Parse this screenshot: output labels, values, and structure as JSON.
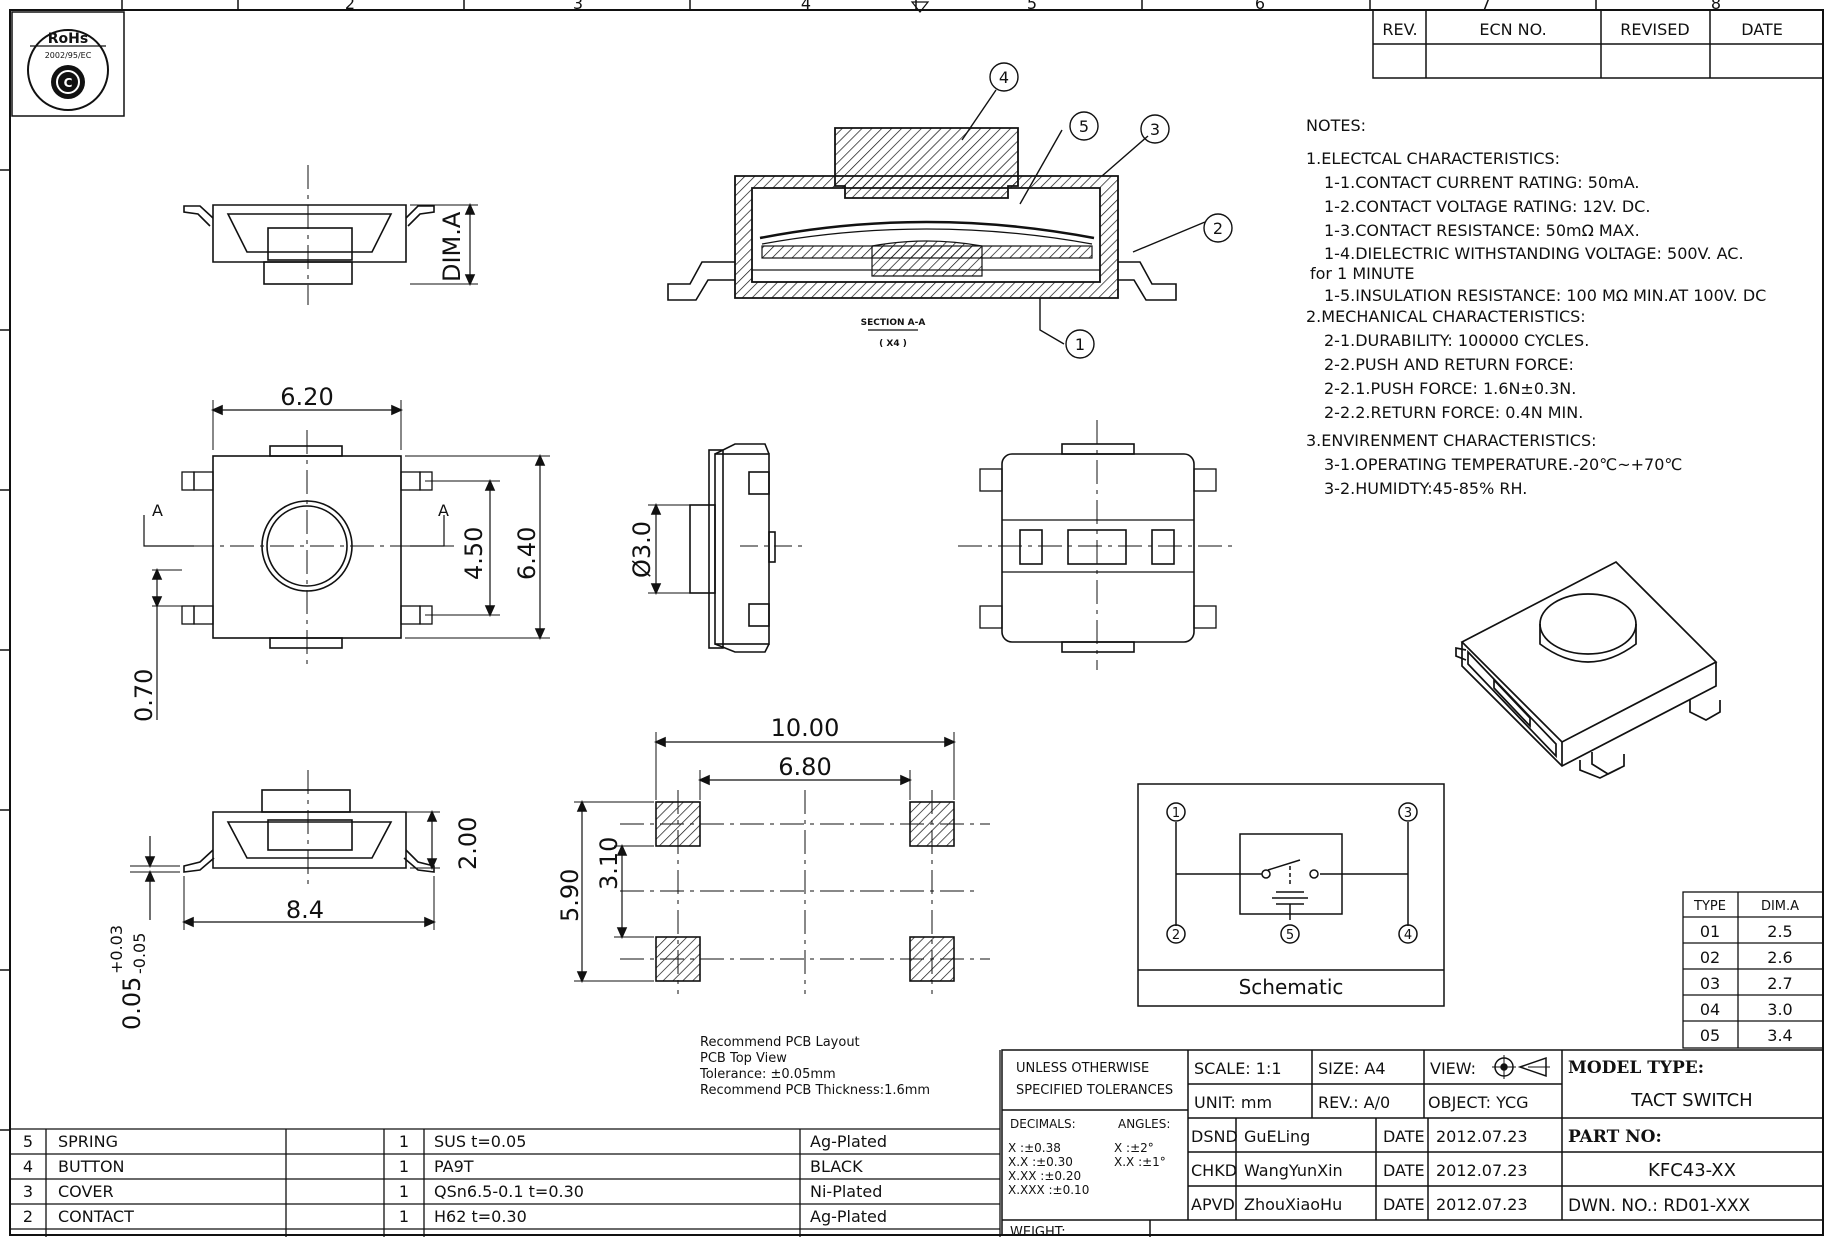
{
  "compliance": {
    "rohs": "RoHs",
    "rohs_sub": "2002/95/EC",
    "rohs_mark": "C"
  },
  "border": {
    "col_numbers": [
      "2",
      "3",
      "4",
      "5",
      "6",
      "7",
      "8"
    ]
  },
  "revision_block": {
    "headers": [
      "REV.",
      "ECN NO.",
      "REVISED",
      "DATE"
    ]
  },
  "notes": {
    "heading": "NOTES:",
    "lines": [
      "1.ELECTCAL CHARACTERISTICS:",
      "1-1.CONTACT CURRENT RATING:  50mA.",
      "1-2.CONTACT VOLTAGE RATING: 12V. DC.",
      "1-3.CONTACT RESISTANCE: 50mΩ MAX.",
      "1-4.DIELECTRIC WITHSTANDING VOLTAGE: 500V. AC.",
      "for 1 MINUTE",
      "1-5.INSULATION RESISTANCE: 100 MΩ MIN.AT 100V. DC",
      "2.MECHANICAL CHARACTERISTICS:",
      "2-1.DURABILITY: 100000 CYCLES.",
      "2-2.PUSH AND RETURN FORCE:",
      "2-2.1.PUSH FORCE:     1.6N±0.3N.",
      "2-2.2.RETURN FORCE: 0.4N MIN.",
      "3.ENVIRENMENT CHARACTERISTICS:",
      "3-1.OPERATING TEMPERATURE.-20℃~+70℃",
      "3-2.HUMIDTY:45-85% RH."
    ]
  },
  "section_view": {
    "title": "SECTION A-A",
    "scale": "( X4 )",
    "callouts": [
      "1",
      "2",
      "3",
      "4",
      "5"
    ]
  },
  "dimensions": {
    "width_body": "6.20",
    "dim_a": "DIM.A",
    "height_inner": "4.50",
    "height_body": "6.40",
    "lead_pitch": "0.70",
    "button_dia": "Ø3.0",
    "total_length": "8.4",
    "button_height": "2.00",
    "lead_thickness": "0.05",
    "lead_thickness_tol_plus": "+0.03",
    "lead_thickness_tol_minus": "-0.05",
    "section_mark": "A"
  },
  "pcb_layout": {
    "pad_span": "10.00",
    "pad_gap": "6.80",
    "pad_height_span": "5.90",
    "pad_inner": "3.10",
    "caption": [
      "Recommend PCB Layout",
      "PCB Top View",
      "Tolerance: ±0.05mm",
      "Recommend PCB Thickness:1.6mm"
    ]
  },
  "schematic": {
    "label": "Schematic",
    "pins": [
      "1",
      "2",
      "3",
      "4",
      "5"
    ]
  },
  "type_table": {
    "headers": [
      "TYPE",
      "DIM.A"
    ],
    "rows": [
      [
        "01",
        "2.5"
      ],
      [
        "02",
        "2.6"
      ],
      [
        "03",
        "2.7"
      ],
      [
        "04",
        "3.0"
      ],
      [
        "05",
        "3.4"
      ]
    ]
  },
  "bom": {
    "rows": [
      [
        "5",
        "SPRING",
        "1",
        "SUS t=0.05",
        "Ag-Plated"
      ],
      [
        "4",
        "BUTTON",
        "1",
        "PA9T",
        "BLACK"
      ],
      [
        "3",
        "COVER",
        "1",
        "QSn6.5-0.1  t=0.30",
        "Ni-Plated"
      ],
      [
        "2",
        "CONTACT",
        "1",
        "H62  t=0.30",
        "Ag-Plated"
      ]
    ]
  },
  "title_block": {
    "tolerances_title_1": "UNLESS OTHERWISE",
    "tolerances_title_2": "SPECIFIED TOLERANCES",
    "decimals_label": "DECIMALS:",
    "angles_label": "ANGLES:",
    "decimals": [
      "X     :±0.38",
      "X.X   :±0.30",
      "X.XX  :±0.20",
      "X.XXX :±0.10"
    ],
    "angles": [
      "X   :±2°",
      "X.X :±1°"
    ],
    "scale": "SCALE: 1:1",
    "size": "SIZE: A4",
    "view": "VIEW:",
    "unit": "UNIT: mm",
    "rev": "REV.: A/0",
    "object": "OBJECT: YCG",
    "signoffs": [
      {
        "role": "DSND",
        "name": "GuELing",
        "label": "DATE",
        "date": "2012.07.23"
      },
      {
        "role": "CHKD",
        "name": "WangYunXin",
        "label": "DATE",
        "date": "2012.07.23"
      },
      {
        "role": "APVD",
        "name": "ZhouXiaoHu",
        "label": "DATE",
        "date": "2012.07.23"
      }
    ],
    "model_type_label": "MODEL TYPE:",
    "model_type": "TACT SWITCH",
    "part_no_label": "PART NO:",
    "part_no": "KFC43-XX",
    "dwn_no": "DWN. NO.: RD01-XXX",
    "weight_label": "WEIGHT:"
  }
}
